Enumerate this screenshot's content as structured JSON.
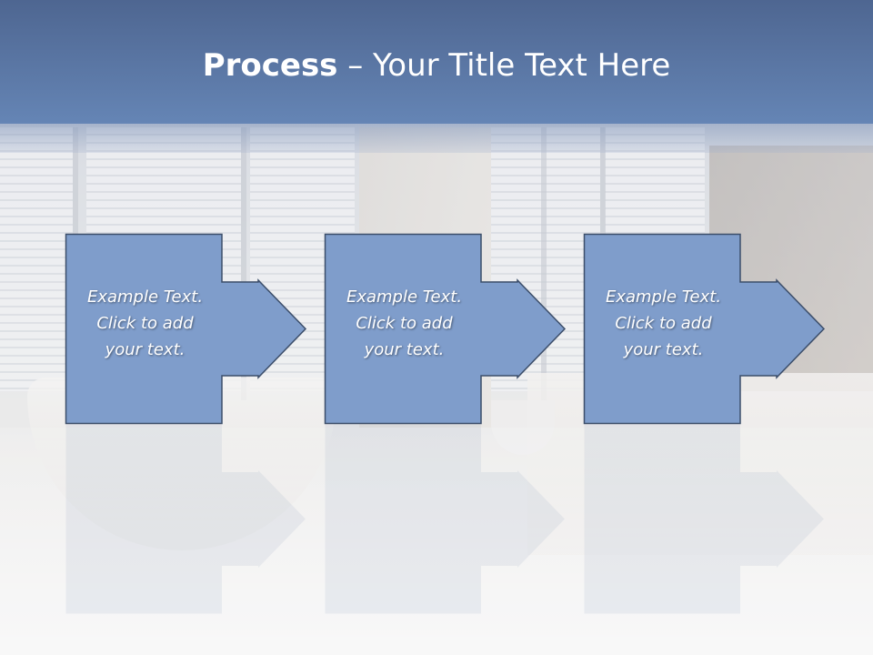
{
  "slide": {
    "title_bold": "Process",
    "title_rest": " – Your Title Text Here",
    "steps": [
      {
        "text": "Example Text.\nClick  to add\nyour text."
      },
      {
        "text": "Example Text.\nClick  to add\nyour text."
      },
      {
        "text": "Example Text.\nClick  to add\nyour text."
      }
    ],
    "colors": {
      "title_bar": "#5b79a8",
      "step_fill": "#7f9dcb",
      "step_border": "#3c4e6a",
      "text": "#ffffff"
    }
  }
}
